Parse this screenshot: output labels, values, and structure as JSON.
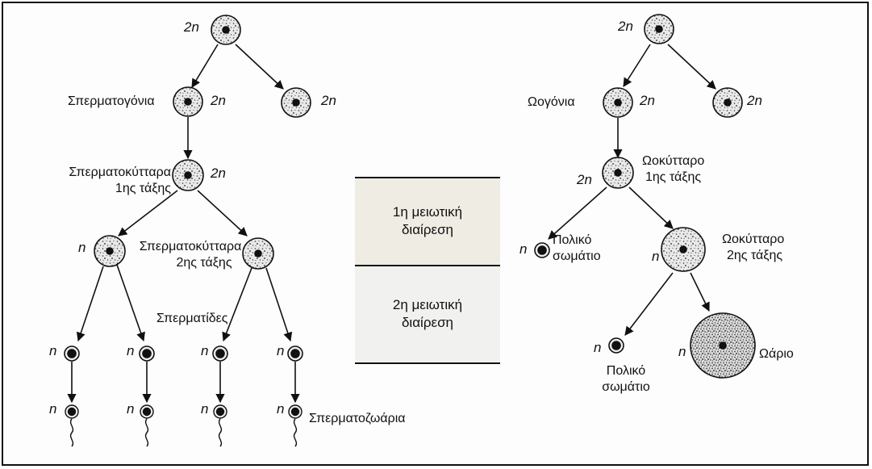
{
  "ploidy": {
    "diploid": "2n",
    "haploid": "n"
  },
  "spermatogenesis": {
    "spermatogonia": "Σπερματογόνια",
    "primary_spermatocyte": [
      "Σπερματοκύτταρα",
      "1ης τάξης"
    ],
    "secondary_spermatocyte": [
      "Σπερματοκύτταρα",
      "2ης τάξης"
    ],
    "spermatids": "Σπερματίδες",
    "spermatozoa": "Σπερματοζωάρια"
  },
  "oogenesis": {
    "oogonia": "Ωογόνια",
    "primary_oocyte": [
      "Ωοκύτταρο",
      "1ης τάξης"
    ],
    "secondary_oocyte": [
      "Ωοκύτταρο",
      "2ης τάξης"
    ],
    "polar_body_1": [
      "Πολικό",
      "σωμάτιο"
    ],
    "polar_body_2": [
      "Πολικό",
      "σωμάτιο"
    ],
    "ovum": "Ωάριο"
  },
  "meiosis": {
    "first_division": [
      "1η μειωτική",
      "διαίρεση"
    ],
    "second_division": [
      "2η μειωτική",
      "διαίρεση"
    ]
  },
  "colors": {
    "cell_fill": "#e6e6e6",
    "stroke": "#111111",
    "band_top": "#efece4",
    "band_bottom": "#f1f1ef"
  }
}
